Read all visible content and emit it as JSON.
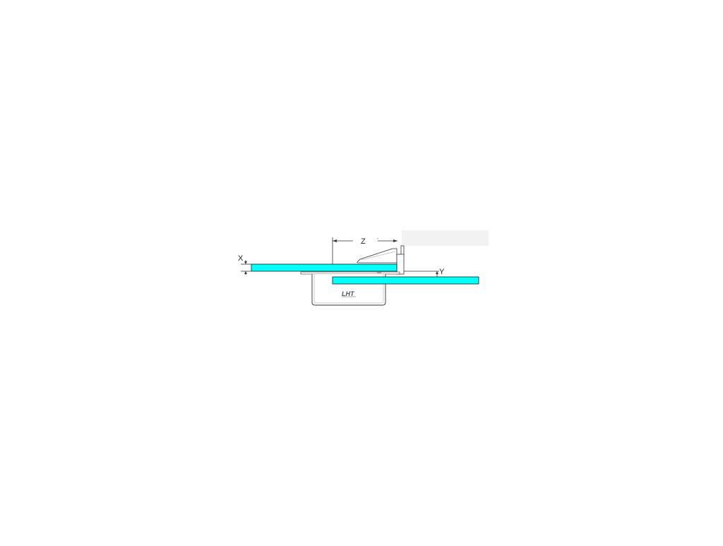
{
  "diagram": {
    "dimensions": {
      "x_label": "X",
      "y_label": "Y",
      "z_label": "Z"
    },
    "logo": {
      "text": "LHT"
    },
    "colors": {
      "plate": "#00ffff",
      "plate_stroke": "#1a1a1a",
      "line": "#333333",
      "housing": "#ffffff",
      "label_box": "#f2f2f2"
    }
  }
}
